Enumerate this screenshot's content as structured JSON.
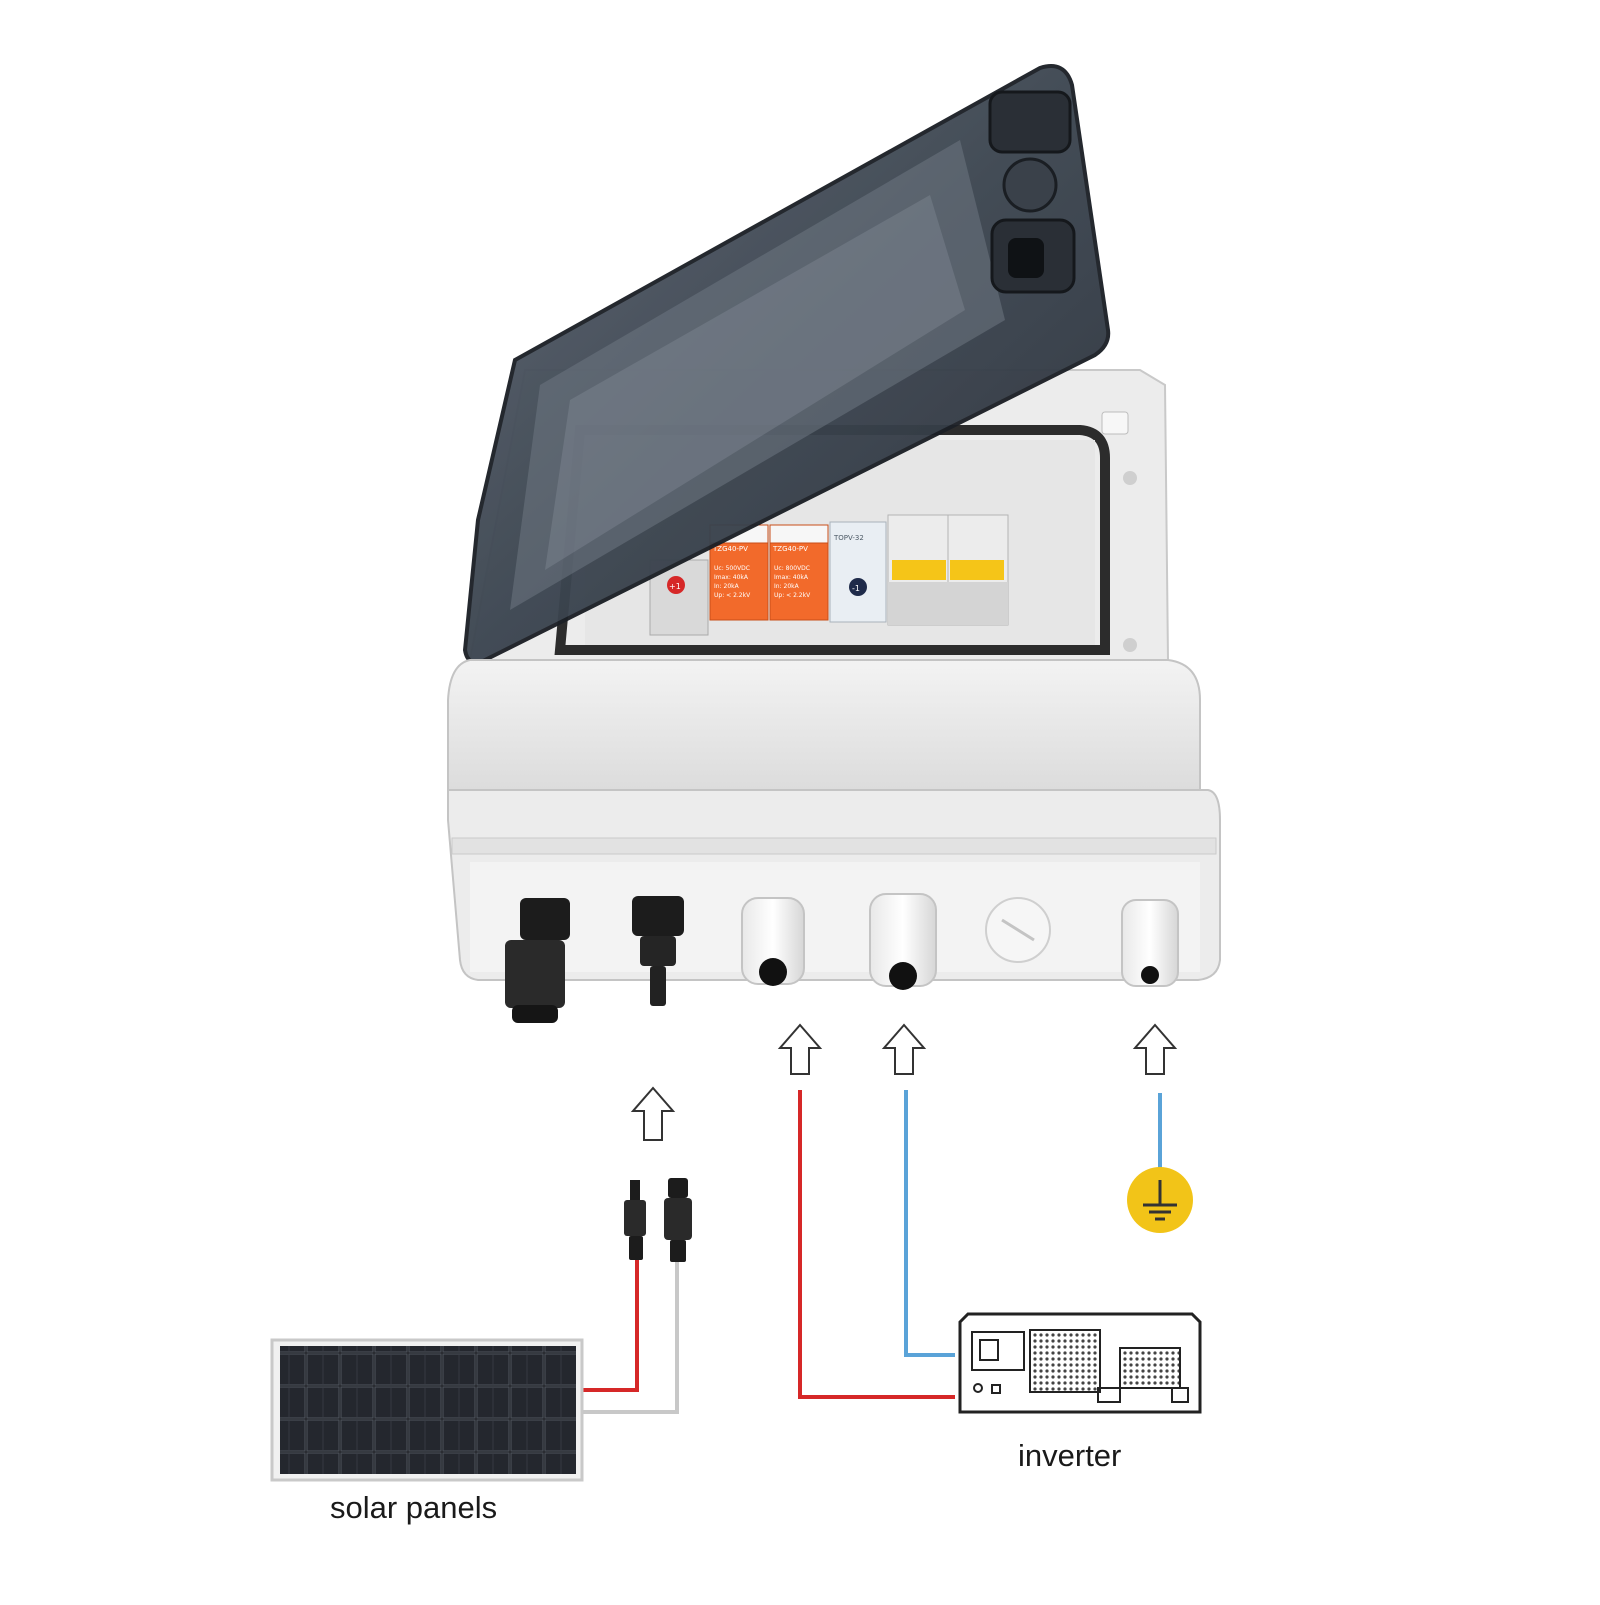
{
  "labels": {
    "solar_panels": "solar panels",
    "inverter": "inverter"
  },
  "modules": {
    "spd_left_model": "TZG40-PV",
    "spd_right_model": "TZG40-PV",
    "spd_left_spec": [
      "Uc: 500VDC",
      "Imax: 40kA",
      "In: 20kA",
      "Up: < 2.2kV"
    ],
    "spd_right_spec": [
      "Uc: 800VDC",
      "Imax: 40kA",
      "In: 20kA",
      "Up: < 2.2kV"
    ],
    "fuse_brand": "TOPV-32",
    "pole_left_mark": "+1",
    "pole_right_mark": "-1"
  },
  "colors": {
    "positive_wire": "#d62828",
    "negative_wire": "#c8c8c8",
    "neutral_wire": "#5aa3d8",
    "ground_wire": "#5aa3d8",
    "ground_badge": "#f2c418",
    "spd_orange": "#f26a2b",
    "breaker_handle": "#f5c518",
    "lid": "#3c4550",
    "enclosure": "#eeeeee"
  },
  "icons": {
    "ground": "ground-symbol-icon",
    "arrow": "up-arrow-icon"
  }
}
